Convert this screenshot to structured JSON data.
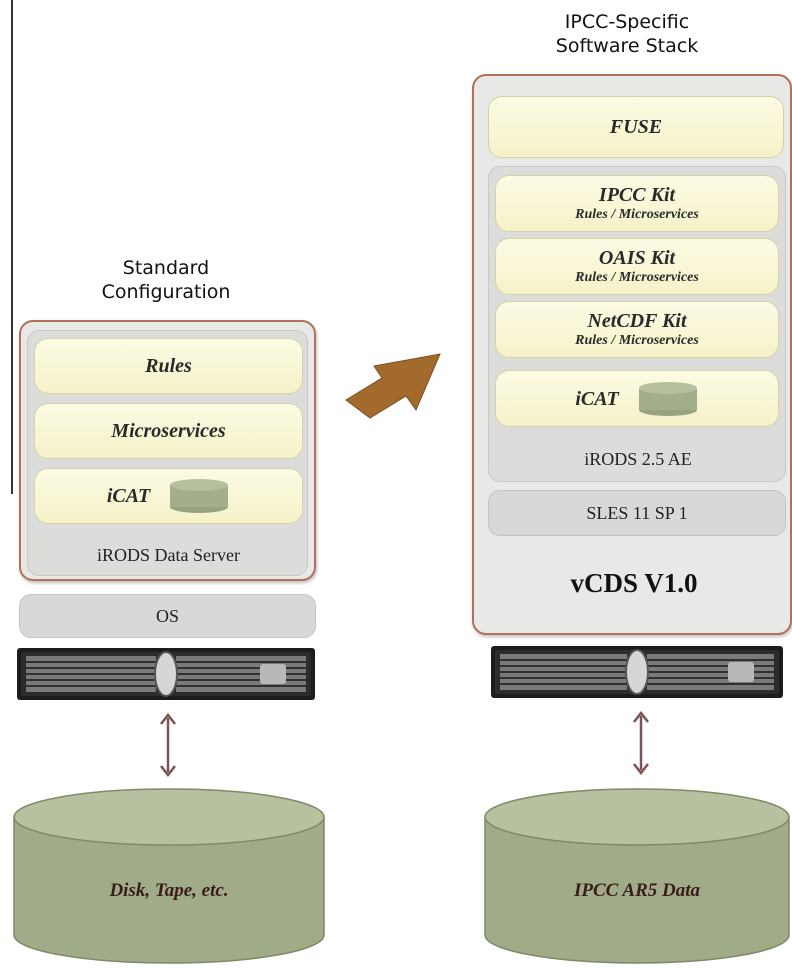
{
  "colors": {
    "outer_border": "#b0705a",
    "layer_fill": "#f8f5d2",
    "gray_fill": "#d8d8d6",
    "cylinder_fill": "#a3ae8a",
    "arrow": "#a26a2c",
    "double_arrow": "#7a5555"
  },
  "left": {
    "title": "Standard\nConfiguration",
    "layers": {
      "rules": "Rules",
      "microservices": "Microservices",
      "icat": "iCAT"
    },
    "server_label": "iRODS Data Server",
    "os_label": "OS",
    "storage_label": "Disk, Tape, etc."
  },
  "right": {
    "title": "IPCC-Specific\nSoftware Stack",
    "fuse": "FUSE",
    "kits": [
      {
        "name": "IPCC Kit",
        "sub": "Rules / Microservices"
      },
      {
        "name": "OAIS Kit",
        "sub": "Rules / Microservices"
      },
      {
        "name": "NetCDF Kit",
        "sub": "Rules / Microservices"
      }
    ],
    "icat": "iCAT",
    "irods_label": "iRODS 2.5 AE",
    "sles_label": "SLES 11 SP 1",
    "vcds_label": "vCDS V1.0",
    "storage_label": "IPCC AR5 Data"
  },
  "icons": {
    "transition_arrow": "arrow-up-right-icon",
    "server": "rack-server-icon",
    "db": "database-cylinder-icon",
    "link": "double-arrow-icon"
  }
}
